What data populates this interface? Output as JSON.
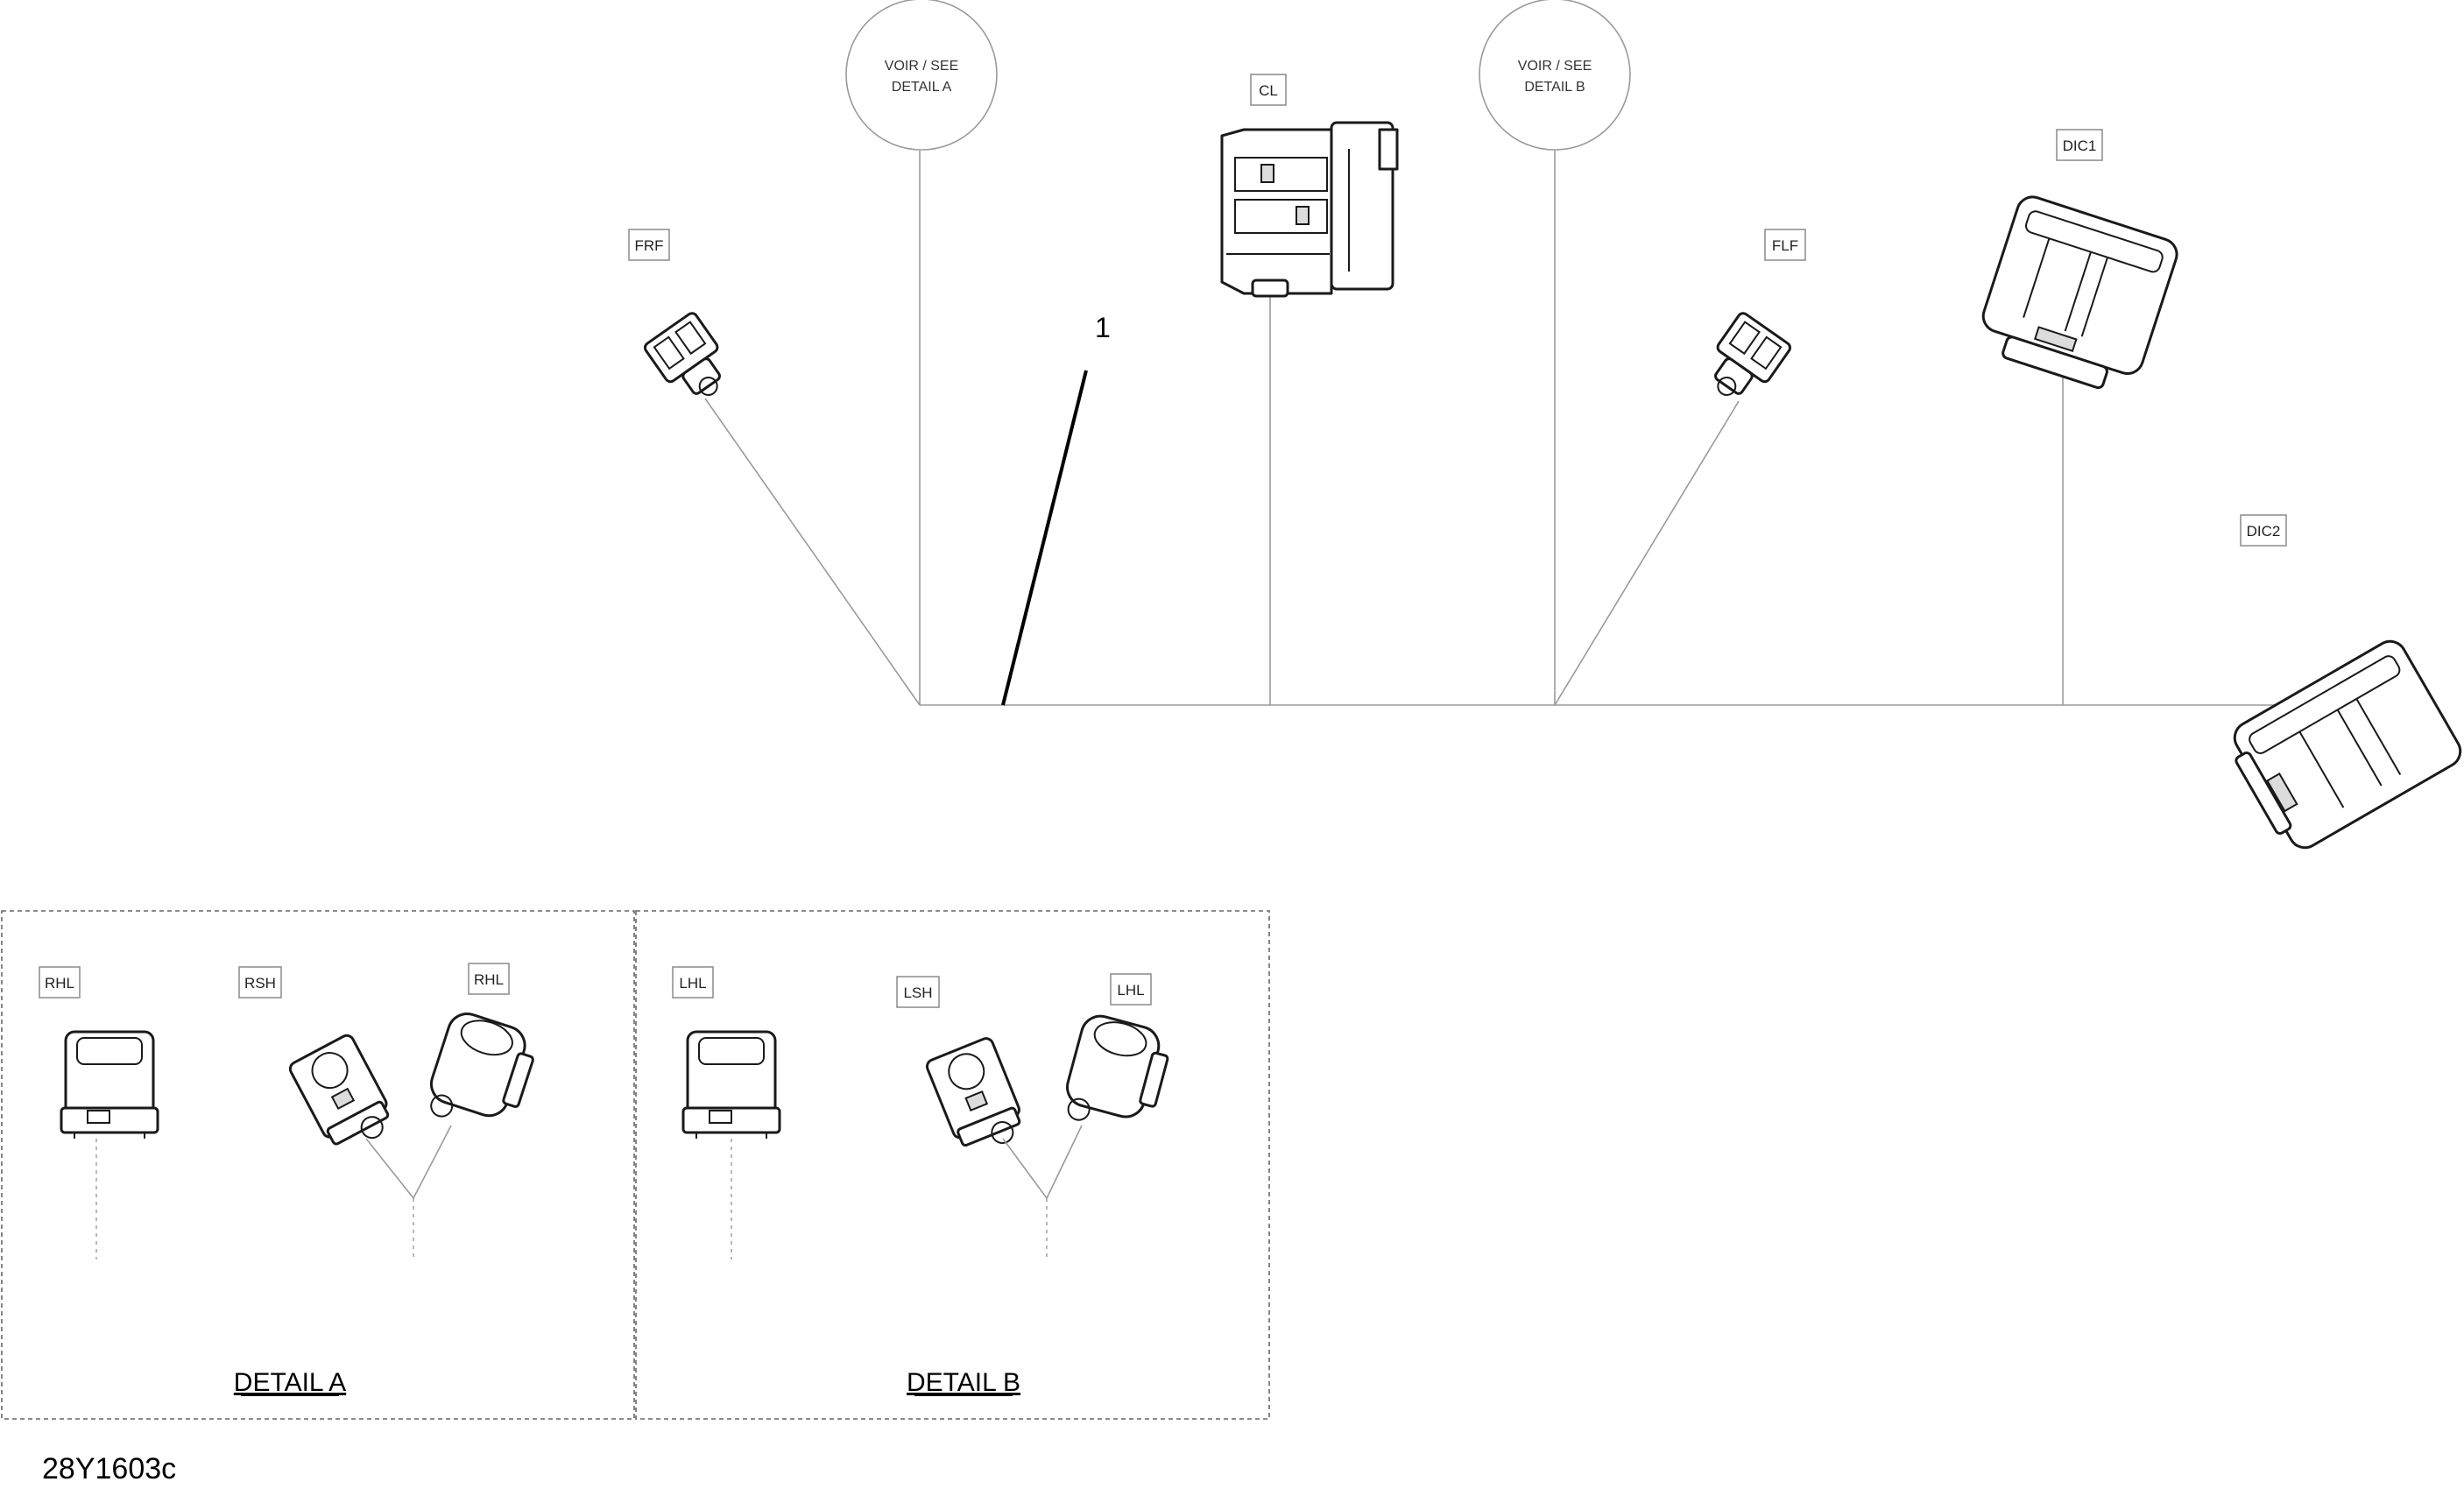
{
  "diagram": {
    "reference_code": "28Y1603c",
    "callout_number": "1",
    "see_detail_a": [
      "VOIR / SEE",
      "DETAIL A"
    ],
    "see_detail_b": [
      "VOIR / SEE",
      "DETAIL B"
    ],
    "connectors": {
      "frf": "FRF",
      "cl": "CL",
      "flf": "FLF",
      "dic1": "DIC1",
      "dic2": "DIC2"
    },
    "detail_a": {
      "title": "DETAIL A",
      "labels": [
        "RHL",
        "RSH",
        "RHL"
      ]
    },
    "detail_b": {
      "title": "DETAIL B",
      "labels": [
        "LHL",
        "LSH",
        "LHL"
      ]
    }
  }
}
